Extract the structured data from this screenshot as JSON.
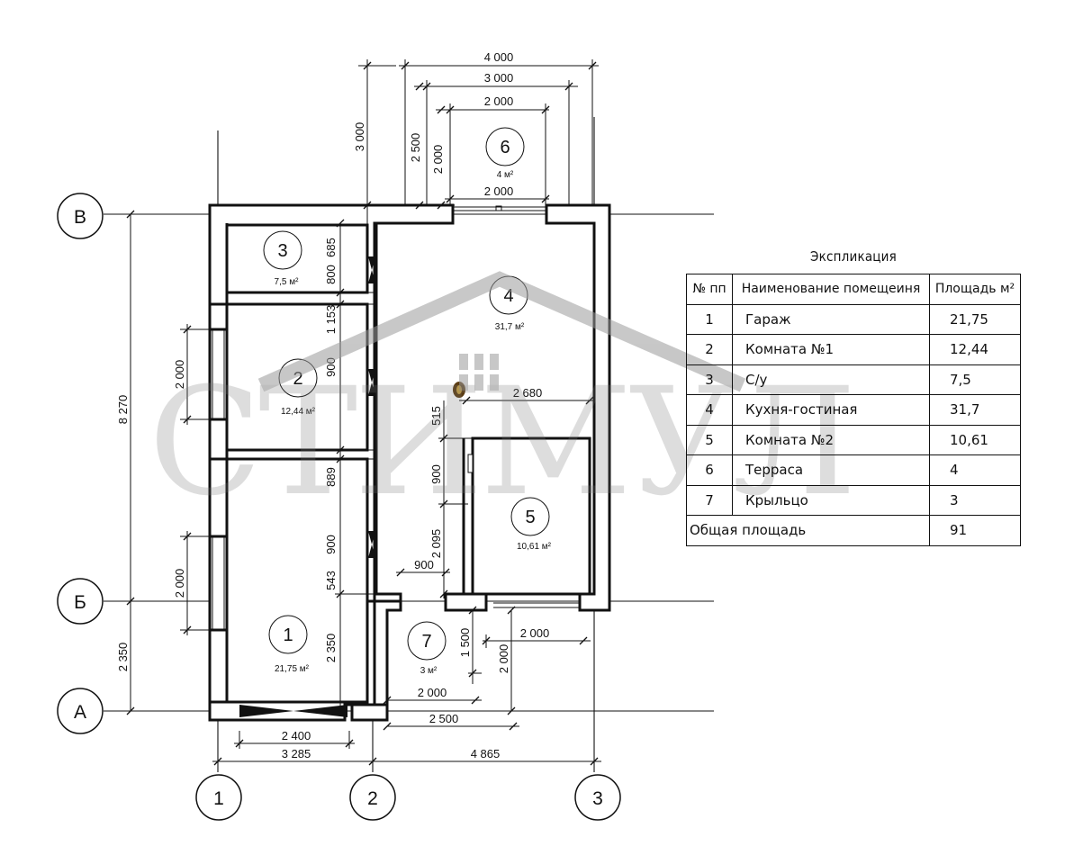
{
  "axes": {
    "letters": [
      "В",
      "Б",
      "А"
    ],
    "numbers": [
      "1",
      "2",
      "3"
    ]
  },
  "rooms": [
    {
      "num": "1",
      "area": "21,75 м²"
    },
    {
      "num": "2",
      "area": "12,44 м²"
    },
    {
      "num": "3",
      "area": "7,5 м²"
    },
    {
      "num": "4",
      "area": "31,7 м²"
    },
    {
      "num": "5",
      "area": "10,61 м²"
    },
    {
      "num": "6",
      "area": "4 м²"
    },
    {
      "num": "7",
      "area": "3 м²"
    }
  ],
  "dimensions": {
    "terrace_outer": "4 000",
    "terrace_mid": "3 000",
    "terrace_inner": "2 000",
    "terrace_bottom": "2 000",
    "terrace_v_total": "3 000",
    "terrace_v_mid": "2 500",
    "terrace_v_inner": "2 000",
    "left_total": "8 270",
    "left_bottom": "2 350",
    "left_window_top": "2 000",
    "left_window_bottom": "2 000",
    "int_685": "685",
    "int_800": "800",
    "int_1153": "1 153",
    "int_900a": "900",
    "int_889": "889",
    "int_900b": "900",
    "int_543": "543",
    "int_2350": "2 350",
    "int_2680": "2 680",
    "int_515": "515",
    "int_900c": "900",
    "int_2095": "2 095",
    "int_900h": "900",
    "porch_1500": "1 500",
    "porch_2000v": "2 000",
    "porch_2000h_right": "2 000",
    "porch_2000h": "2 000",
    "porch_2500": "2 500",
    "bottom_2400": "2 400",
    "bottom_3285": "3 285",
    "bottom_4865": "4 865"
  },
  "watermark": "СТИМУЛ",
  "explication": {
    "title": "Экспликация",
    "headers": [
      "№ пп",
      "Наименование помещеиня",
      "Площадь м²"
    ],
    "rows": [
      [
        "1",
        "Гараж",
        "21,75"
      ],
      [
        "2",
        "Комната №1",
        "12,44"
      ],
      [
        "3",
        "С/у",
        "7,5"
      ],
      [
        "4",
        "Кухня-гостиная",
        "31,7"
      ],
      [
        "5",
        "Комната №2",
        "10,61"
      ],
      [
        "6",
        "Терраса",
        "4"
      ],
      [
        "7",
        "Крыльцо",
        "3"
      ]
    ],
    "total_label": "Общая площадь",
    "total_value": "91"
  }
}
